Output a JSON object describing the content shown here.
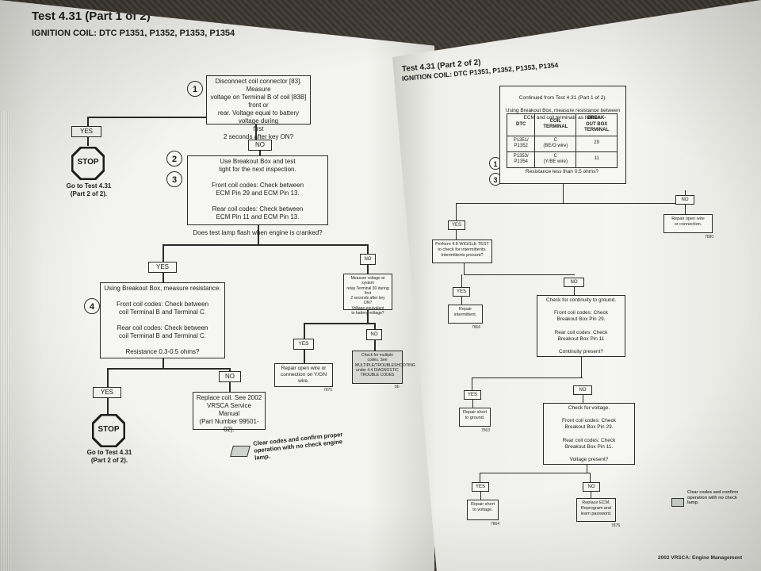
{
  "left": {
    "title": "Test 4.31 (Part 1 of 2)",
    "subtitle": "IGNITION COIL: DTC P1351, P1352, P1353, P1354",
    "step1": "Disconnect coil connector [83]. Measure\nvoltage on Terminal B of coil [83B] front or\nrear. Voltage equal to battery voltage during\nfirst\n2 seconds after key ON?",
    "yes": "YES",
    "no": "NO",
    "stop": "STOP",
    "goto": "Go to Test 4.31\n(Part 2 of 2).",
    "step23": "Use Breakout Box and test\nlight for the next inspection.\n\nFront coil codes: Check between\nECM Pin 29 and ECM Pin 13.\n\nRear coil codes: Check between\nECM Pin 11 and ECM Pin 13.\n\nDoes test lamp flash when engine is cranked?",
    "step4": "Using Breakout Box, measure resistance.\n\nFront coil codes: Check between\ncoil Terminal B and Terminal C.\n\nRear coil codes: Check between\ncoil Terminal B and Terminal C.\n\nResistance 0.3-0.5 ohms?",
    "measure_relay": "Measure voltage at system\nrelay Terminal 30 during first\n2 seconds after key ON?\nVoltage equivalent\nto battery voltage?",
    "repair_wire": "Repair open wire or\nconnection on Y/GN wire.",
    "check_multiple": "Check for multiple codes. See\nMULTIPLE/TROUBLESHOOTING\nunder 4.4 DIAGNOSTIC\nTROUBLE CODES",
    "replace_coil": "Replace coil. See 2002\nVRSCA Service Manual\n(Part Number 99501-02).",
    "clear_codes": "Clear codes and confirm proper\noperation with no check engine\nlamp.",
    "fig1": "7875",
    "fig2": "bb",
    "circle_nums": [
      "1",
      "2",
      "3",
      "4"
    ]
  },
  "right": {
    "title": "Test 4.31 (Part 2 of 2)",
    "subtitle": "IGNITION COIL: DTC P1351, P1352, P1353, P1354",
    "top_box_intro": "Continued from Test 4.31 (Part 1 of 2).\n\nUsing Breakout Box, measure resistance between\nECM and coil terminals as follows.",
    "table_headers": [
      "DTC",
      "COIL\nTERMINAL",
      "BREAK-\nOUT BOX\nTERMINAL"
    ],
    "table_rows": [
      [
        "P1351/\nP1352",
        "C\n(BE/O wire)",
        "29"
      ],
      [
        "P1353/\nP1354",
        "C\n(Y/BE wire)",
        "11"
      ]
    ],
    "top_box_question": "Resistance less than 0.5 ohms?",
    "yes": "YES",
    "no": "NO",
    "repair_open": "Repair open wire\nor connection.",
    "wiggle": "Perform 4.8 WIGGLE TEST\nto check for intermittents.\nIntermittents present?",
    "repair_intermittent": "Repair\nintermittent.",
    "continuity": "Check for continuity to ground.\n\nFront coil codes: Check\nBreakout Box Pin 29.\n\nRear coil codes: Check\nBreakout Box Pin 11\n\nContinuity present?",
    "repair_short_ground": "Repair short\nto ground.",
    "check_voltage": "Check for voltage.\n\nFront coil codes: Check\nBreakout Box Pin 29.\n\nRear coil codes: Check\nBreakout Box Pin 11.\n\nVoltage present?",
    "repair_short_voltage": "Repair short\nto voltage.",
    "replace_ecm": "Replace ECM.\nReprogram and\nlearn password.",
    "clear_codes": "Clear codes and confirm\noperation with no check\nlamp.",
    "footer": "2002 VRSCA: Engine Management",
    "figs": [
      "7880",
      "7866",
      "7863",
      "7864",
      "7876"
    ],
    "circle_nums": [
      "1",
      "3"
    ]
  }
}
